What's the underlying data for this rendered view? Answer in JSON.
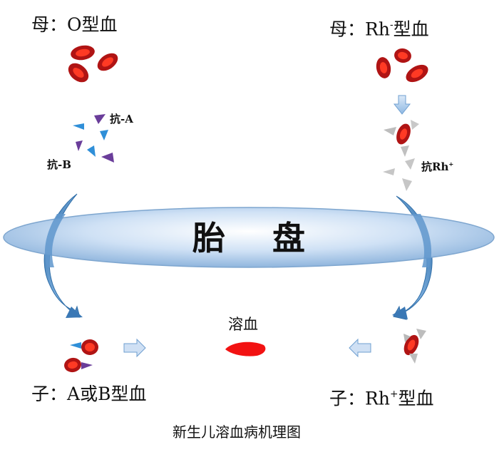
{
  "mother_left": {
    "prefix": "母：",
    "blood_type": "O型血"
  },
  "mother_right": {
    "prefix": "母：",
    "rh": "Rh",
    "sign": "-",
    "suffix": "型血"
  },
  "antibodies_left": {
    "anti_a": "抗-A",
    "anti_b": "抗-B"
  },
  "antibody_right": {
    "label": "抗Rh",
    "sign": "+"
  },
  "placenta": {
    "left_char": "胎",
    "right_char": "盘"
  },
  "hemolysis": {
    "label": "溶血"
  },
  "child_left": {
    "prefix": "子：",
    "blood_type": "A或B型血"
  },
  "child_right": {
    "prefix": "子：",
    "rh": "Rh",
    "sign": "+",
    "suffix": "型血"
  },
  "caption": "新生儿溶血病机理图",
  "colors": {
    "rbc": "#c8181a",
    "rbc_center": "#e63a2c",
    "anti_a": "#6a3d9a",
    "anti_b": "#2b8fd8",
    "anti_rh": "#b8b8b8",
    "placenta": "#b9d4ef",
    "arrow": "#5d95c9",
    "hemolysis": "#f01010"
  }
}
